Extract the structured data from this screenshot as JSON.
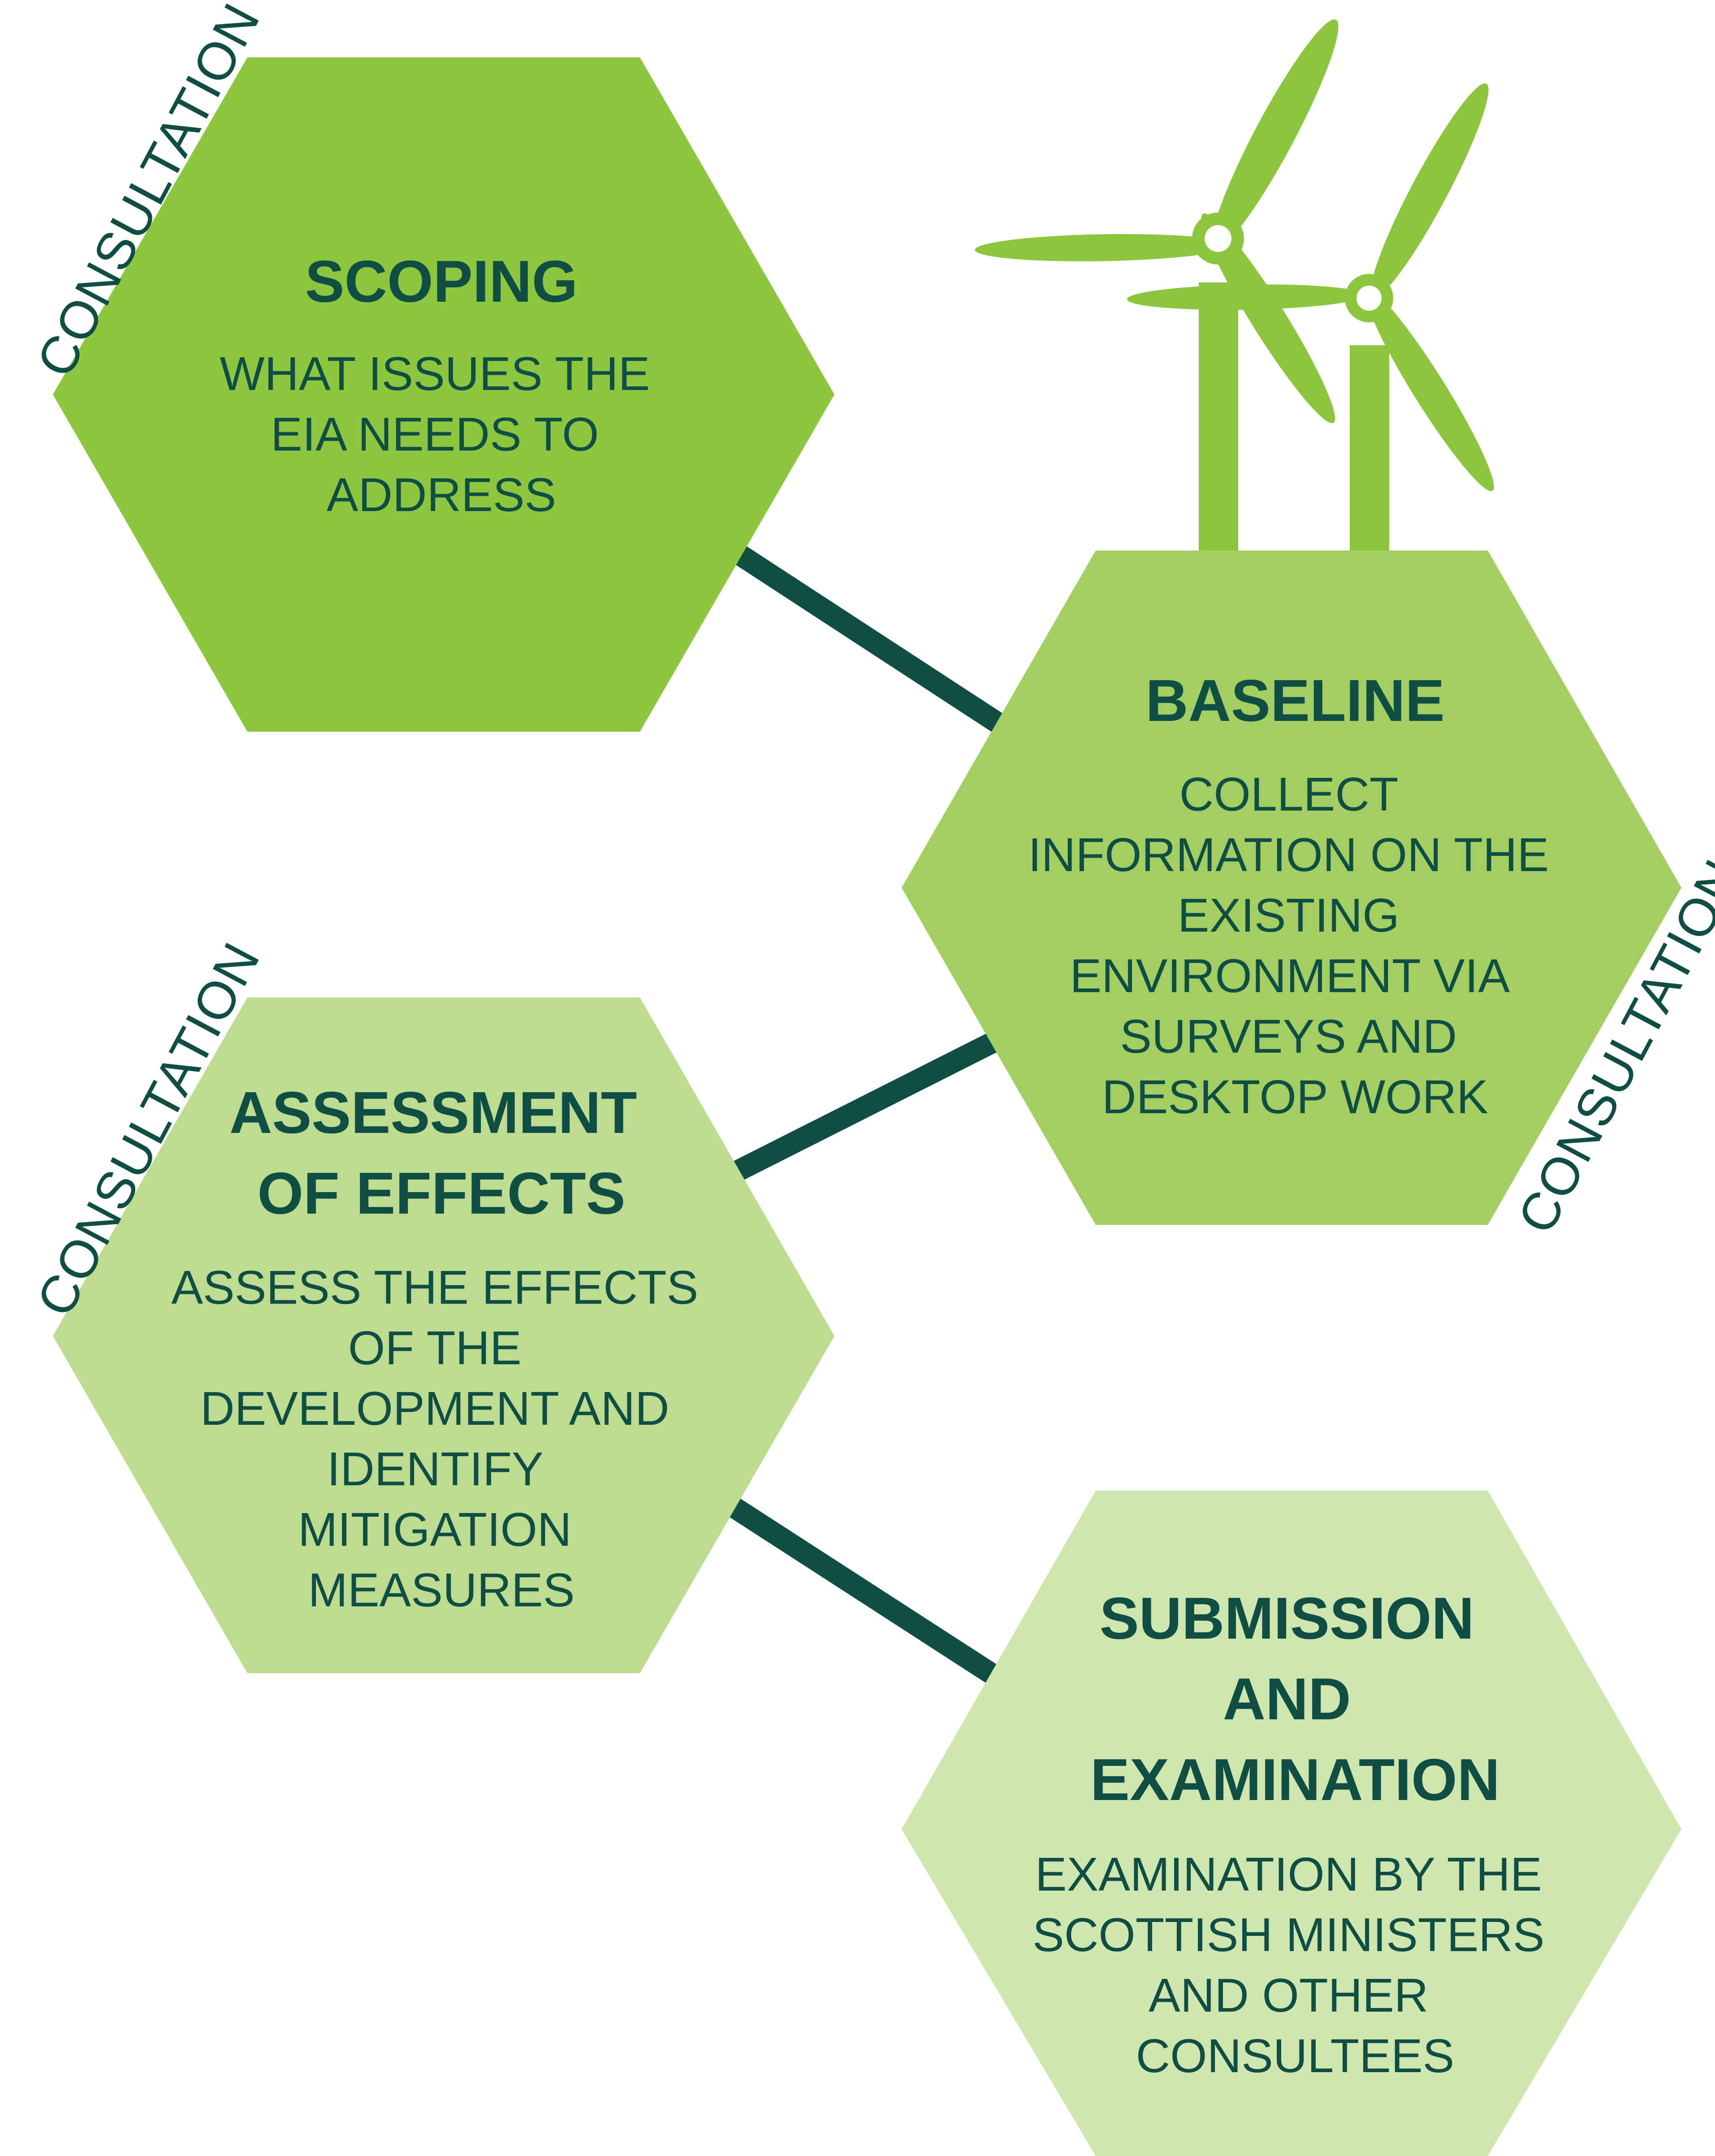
{
  "colors": {
    "text": "#0f4d45",
    "connector": "#0f4d45",
    "turbine": "#8cc63f",
    "hex_scoping": "#8dc63f",
    "hex_baseline": "#a3cf62",
    "hex_assessment": "#bddc8f",
    "hex_submission": "#d0e6af"
  },
  "consultation_label": "CONSULTATION",
  "stages": {
    "scoping": {
      "title": [
        "SCOPING"
      ],
      "desc": [
        "WHAT ISSUES THE",
        "EIA NEEDS TO",
        "ADDRESS"
      ]
    },
    "baseline": {
      "title": [
        "BASELINE"
      ],
      "desc": [
        "COLLECT",
        "INFORMATION ON THE",
        "EXISTING",
        "ENVIRONMENT VIA",
        "SURVEYS AND",
        "DESKTOP WORK"
      ]
    },
    "assessment": {
      "title": [
        "ASSESSMENT",
        "OF EFFECTS"
      ],
      "desc": [
        "ASSESS THE EFFECTS",
        "OF THE",
        "DEVELOPMENT AND",
        "IDENTIFY",
        "MITIGATION",
        "MEASURES"
      ]
    },
    "submission": {
      "title": [
        "SUBMISSION",
        "AND",
        "EXAMINATION"
      ],
      "desc": [
        "EXAMINATION BY THE",
        "SCOTTISH MINISTERS",
        "AND OTHER",
        "CONSULTEES"
      ]
    }
  },
  "icons": [
    "wind-turbine-icon",
    "wind-turbine-icon"
  ]
}
